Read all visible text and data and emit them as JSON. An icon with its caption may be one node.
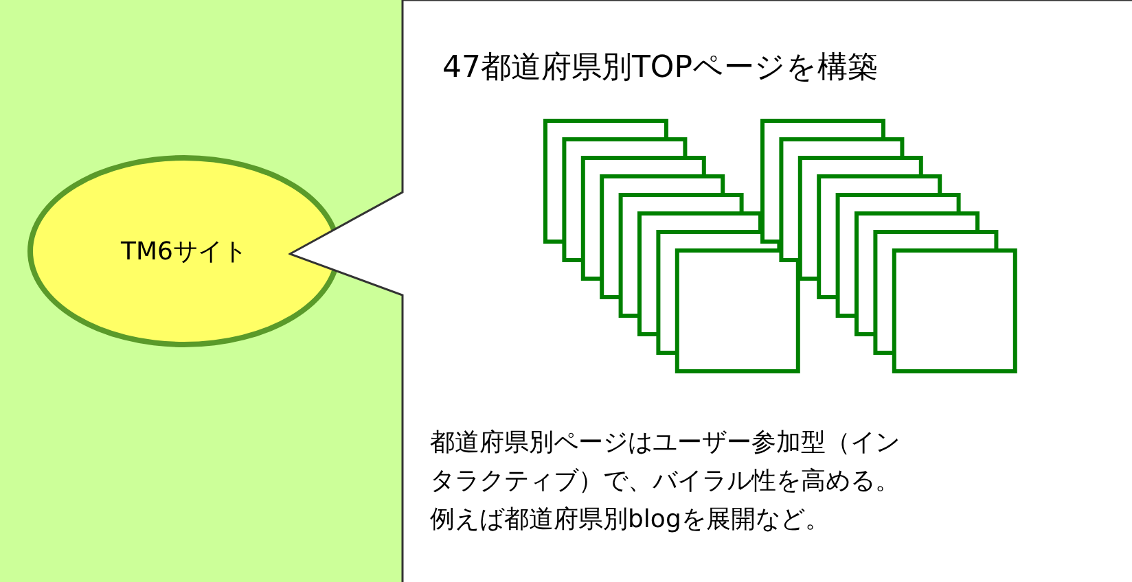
{
  "diagram": {
    "nodes": [
      {
        "text": [
          "TM6サイト"
        ]
      },
      {
        "text": [
          "47都道府県別TOPページを構築",
          "都道府県別ページはユーザー参加型（インタラクティブ）で、バイラル性を高める。例えば都道府県別blogを展開など。"
        ]
      }
    ]
  }
}
